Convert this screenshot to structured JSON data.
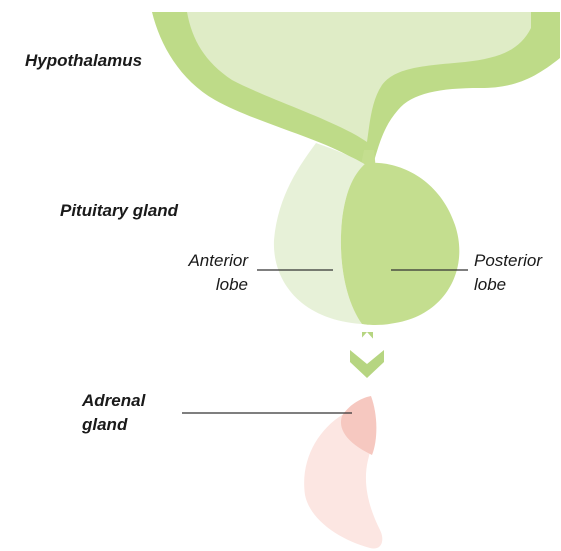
{
  "labels": {
    "hypothalamus": "Hypothalamus",
    "pituitary_gland": "Pituitary gland",
    "anterior_lobe_line1": "Anterior",
    "anterior_lobe_line2": "lobe",
    "posterior_lobe_line1": "Posterior",
    "posterior_lobe_line2": "lobe",
    "adrenal_gland_line1": "Adrenal",
    "adrenal_gland_line2": "gland"
  },
  "colors": {
    "hypothalamus_outer": "#bedb88",
    "hypothalamus_inner": "#dfecc6",
    "anterior_lobe": "#e7f1d8",
    "posterior_lobe": "#c4de8f",
    "arrow": "#b6d581",
    "adrenal_body": "#fce6e2",
    "adrenal_cap": "#f6c8c0",
    "leader_line": "#333333",
    "text": "#1a1a1a"
  },
  "icons": {
    "flow_arrow": "down-arrow-icon"
  }
}
